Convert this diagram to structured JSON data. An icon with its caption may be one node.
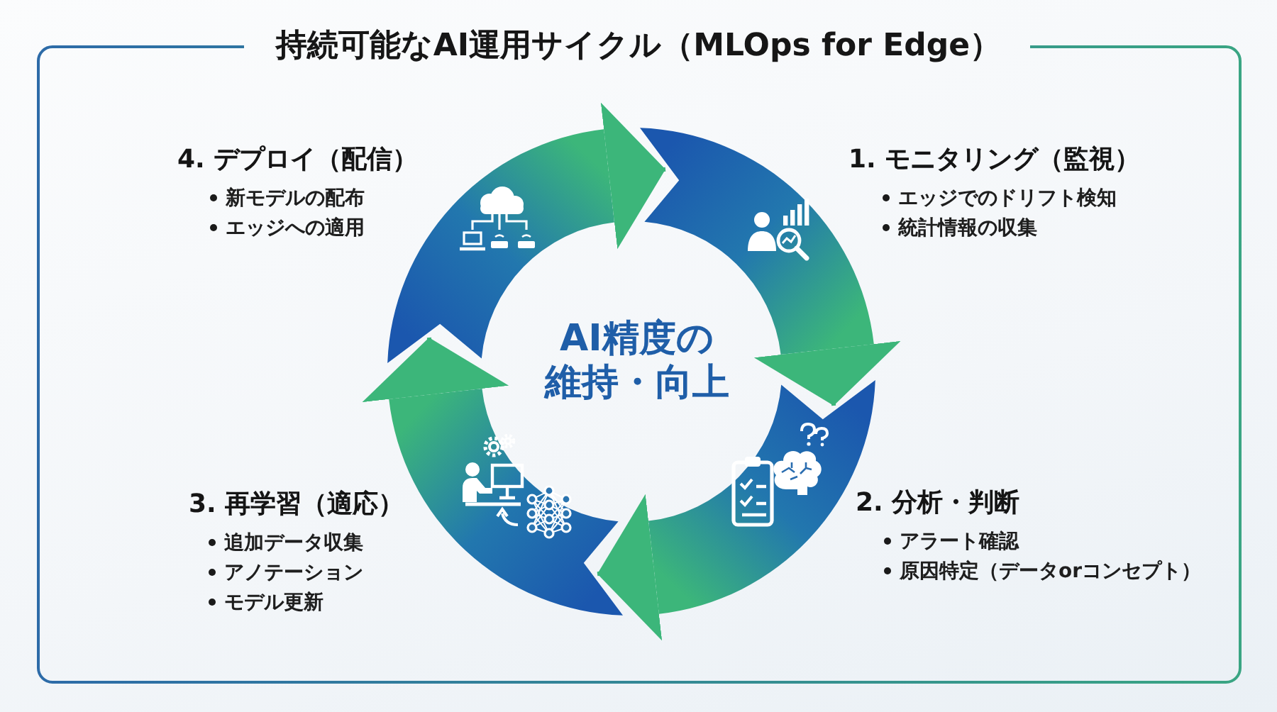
{
  "diagram": {
    "title": "持続可能なAI運用サイクル（MLOps for Edge）",
    "nodes": [
      {
        "text": [
          "1. モニタリング（監視）",
          "エッジでのドリフト検知",
          "統計情報の収集"
        ]
      },
      {
        "text": [
          "2. 分析・判断",
          "アラート確認",
          "原因特定（データorコンセプト）"
        ]
      },
      {
        "text": [
          "3. 再学習（適応）",
          "追加データ収集",
          "アノテーション",
          "モデル更新"
        ]
      },
      {
        "text": [
          "4. デプロイ（配信）",
          "新モデルの配布",
          "エッジへの適用"
        ]
      }
    ],
    "edges": [
      {
        "from": 0,
        "to": 1,
        "arrow": "to"
      },
      {
        "from": 1,
        "to": 2,
        "arrow": "to"
      },
      {
        "from": 2,
        "to": 3,
        "arrow": "to"
      },
      {
        "from": 3,
        "to": 0,
        "arrow": "to"
      }
    ],
    "labels": [
      "AI精度の維持・向上"
    ]
  }
}
